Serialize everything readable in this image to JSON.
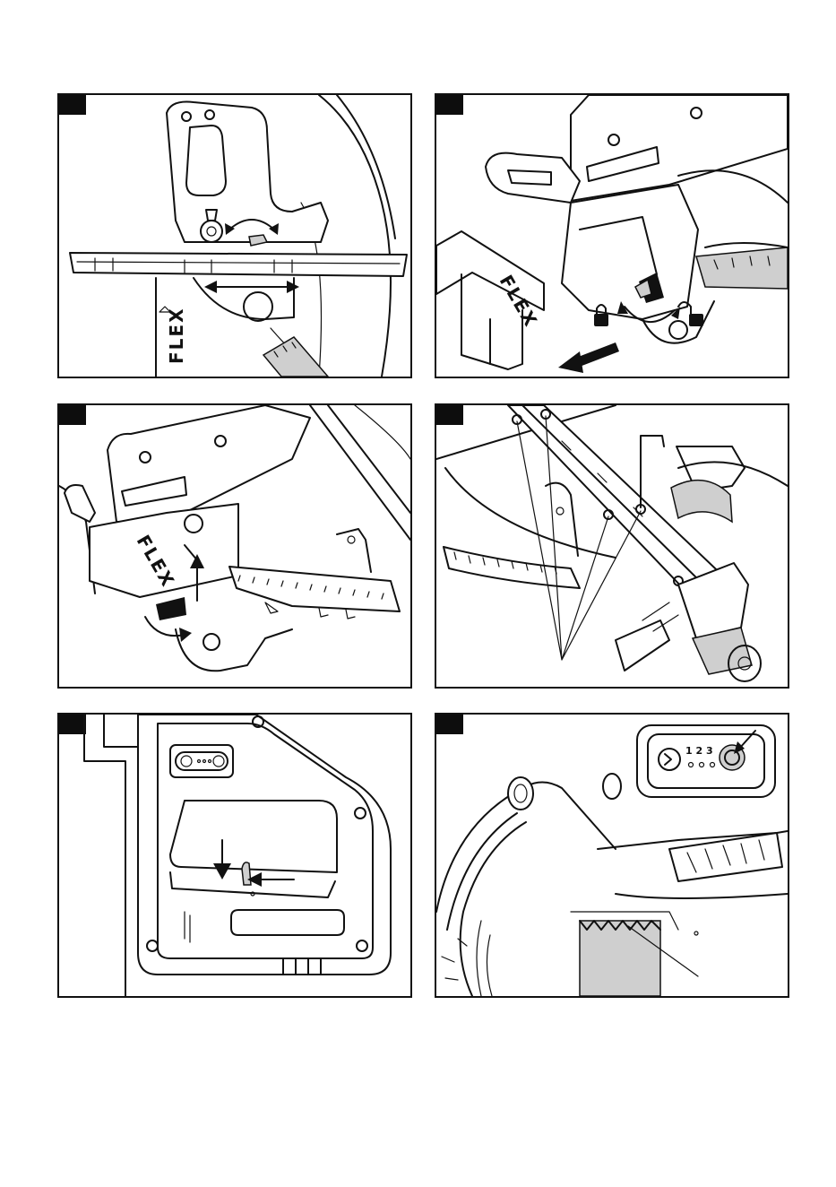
{
  "panels": [
    {
      "id": 1,
      "brand": "FLEX"
    },
    {
      "id": 2,
      "brand": "FLEX"
    },
    {
      "id": 3,
      "brand": "FLEX"
    },
    {
      "id": 4,
      "brand": ""
    },
    {
      "id": 5,
      "brand": ""
    },
    {
      "id": 6,
      "brand": "",
      "led_levels": "1 2 3"
    }
  ],
  "colors": {
    "line": "#111111",
    "background": "#ffffff",
    "tag": "#0d0d0d",
    "shade": "#cfcfcf"
  }
}
